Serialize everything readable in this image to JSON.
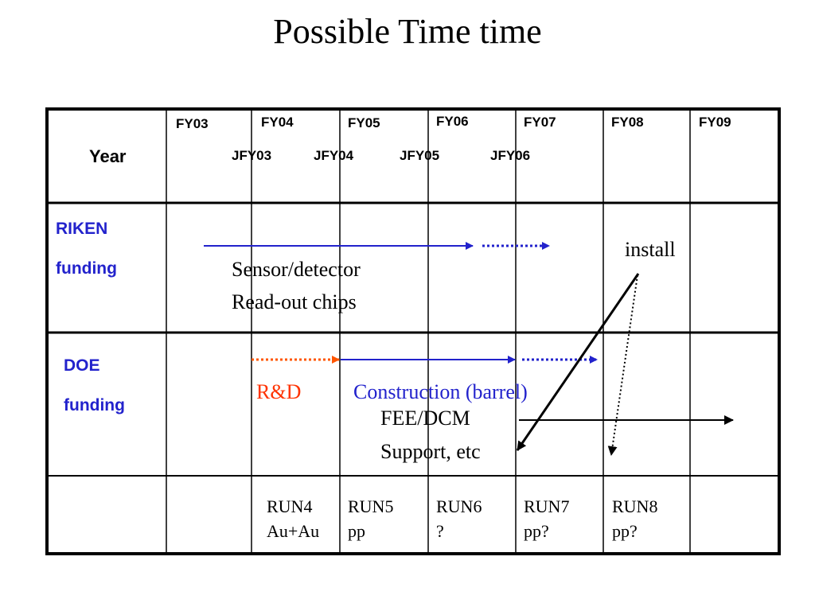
{
  "title": "Possible Time time",
  "colors": {
    "blue": "#2222cc",
    "orange": "#ff5500",
    "black": "#000000"
  },
  "header": {
    "year_label": "Year",
    "fiscal_years": [
      "FY03",
      "FY04",
      "FY05",
      "FY06",
      "FY07",
      "FY08",
      "FY09"
    ],
    "japanese_fiscal_years": [
      "JFY03",
      "JFY04",
      "JFY05",
      "JFY06"
    ]
  },
  "rows": {
    "riken": {
      "label_line1": "RIKEN",
      "label_line2": "funding",
      "items": [
        "Sensor/detector",
        "Read-out chips"
      ],
      "install": "install"
    },
    "doe": {
      "label_line1": "DOE",
      "label_line2": "funding",
      "rnd": "R&D",
      "construction": "Construction (barrel)",
      "items": [
        "FEE/DCM",
        "Support, etc"
      ]
    },
    "runs": [
      {
        "name": "RUN4",
        "species": "Au+Au"
      },
      {
        "name": "RUN5",
        "species": "pp"
      },
      {
        "name": "RUN6",
        "species": "?"
      },
      {
        "name": "RUN7",
        "species": "pp?"
      },
      {
        "name": "RUN8",
        "species": "pp?"
      }
    ]
  }
}
